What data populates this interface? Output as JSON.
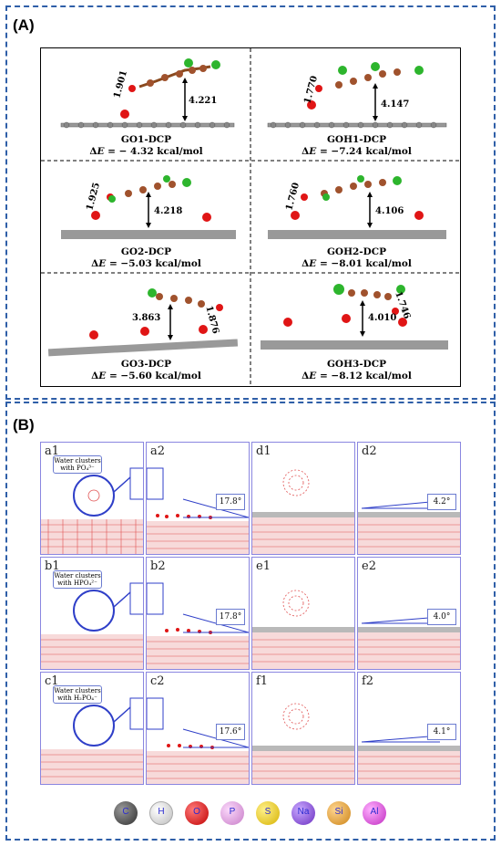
{
  "panel_a": {
    "label": "(A)",
    "cells": [
      {
        "name": "GO1-DCP",
        "e_prefix": "Δ",
        "e_var": "E",
        "e_value": " = − 4.32 kcal/mol",
        "d1": "1.901",
        "d2": "4.221"
      },
      {
        "name": "GOH1-DCP",
        "e_prefix": "Δ",
        "e_var": "E",
        "e_value": " = −7.24 kcal/mol",
        "d1": "1.770",
        "d2": "4.147"
      },
      {
        "name": "GO2-DCP",
        "e_prefix": "Δ",
        "e_var": "E",
        "e_value": " = −5.03 kcal/mol",
        "d1": "1.925",
        "d2": "4.218"
      },
      {
        "name": "GOH2-DCP",
        "e_prefix": "Δ",
        "e_var": "E",
        "e_value": " = −8.01 kcal/mol",
        "d1": "1.760",
        "d2": "4.106"
      },
      {
        "name": "GO3-DCP",
        "e_prefix": "Δ",
        "e_var": "E",
        "e_value": " = −5.60 kcal/mol",
        "d1": "1.876",
        "d2": "3.863"
      },
      {
        "name": "GOH3-DCP",
        "e_prefix": "Δ",
        "e_var": "E",
        "e_value": " = −8.12 kcal/mol",
        "d1": "1.746",
        "d2": "4.010"
      }
    ]
  },
  "panel_b": {
    "label": "(B)",
    "cells": [
      {
        "label": "a1",
        "cluster_line1": "Water clusters",
        "cluster_line2": "with PO₄³⁻"
      },
      {
        "label": "a2",
        "angle": "17.8°"
      },
      {
        "label": "d1"
      },
      {
        "label": "d2",
        "angle": "4.2°"
      },
      {
        "label": "b1",
        "cluster_line1": "Water clusters",
        "cluster_line2": "with HPO₄²⁻"
      },
      {
        "label": "b2",
        "angle": "17.8°"
      },
      {
        "label": "e1"
      },
      {
        "label": "e2",
        "angle": "4.0°"
      },
      {
        "label": "c1",
        "cluster_line1": "Water clusters",
        "cluster_line2": "with H₂PO₄⁻"
      },
      {
        "label": "c2",
        "angle": "17.6°"
      },
      {
        "label": "f1"
      },
      {
        "label": "f2",
        "angle": "4.1°"
      }
    ]
  },
  "legend": [
    {
      "symbol": "C",
      "color": "#555555"
    },
    {
      "symbol": "H",
      "color": "#f4f4f4"
    },
    {
      "symbol": "O",
      "color": "#e01515"
    },
    {
      "symbol": "P",
      "color": "#e6a2e6"
    },
    {
      "symbol": "S",
      "color": "#f2d21a"
    },
    {
      "symbol": "Na",
      "color": "#9a5fe0"
    },
    {
      "symbol": "Si",
      "color": "#e8a93a"
    },
    {
      "symbol": "Al",
      "color": "#e05fe0"
    }
  ]
}
